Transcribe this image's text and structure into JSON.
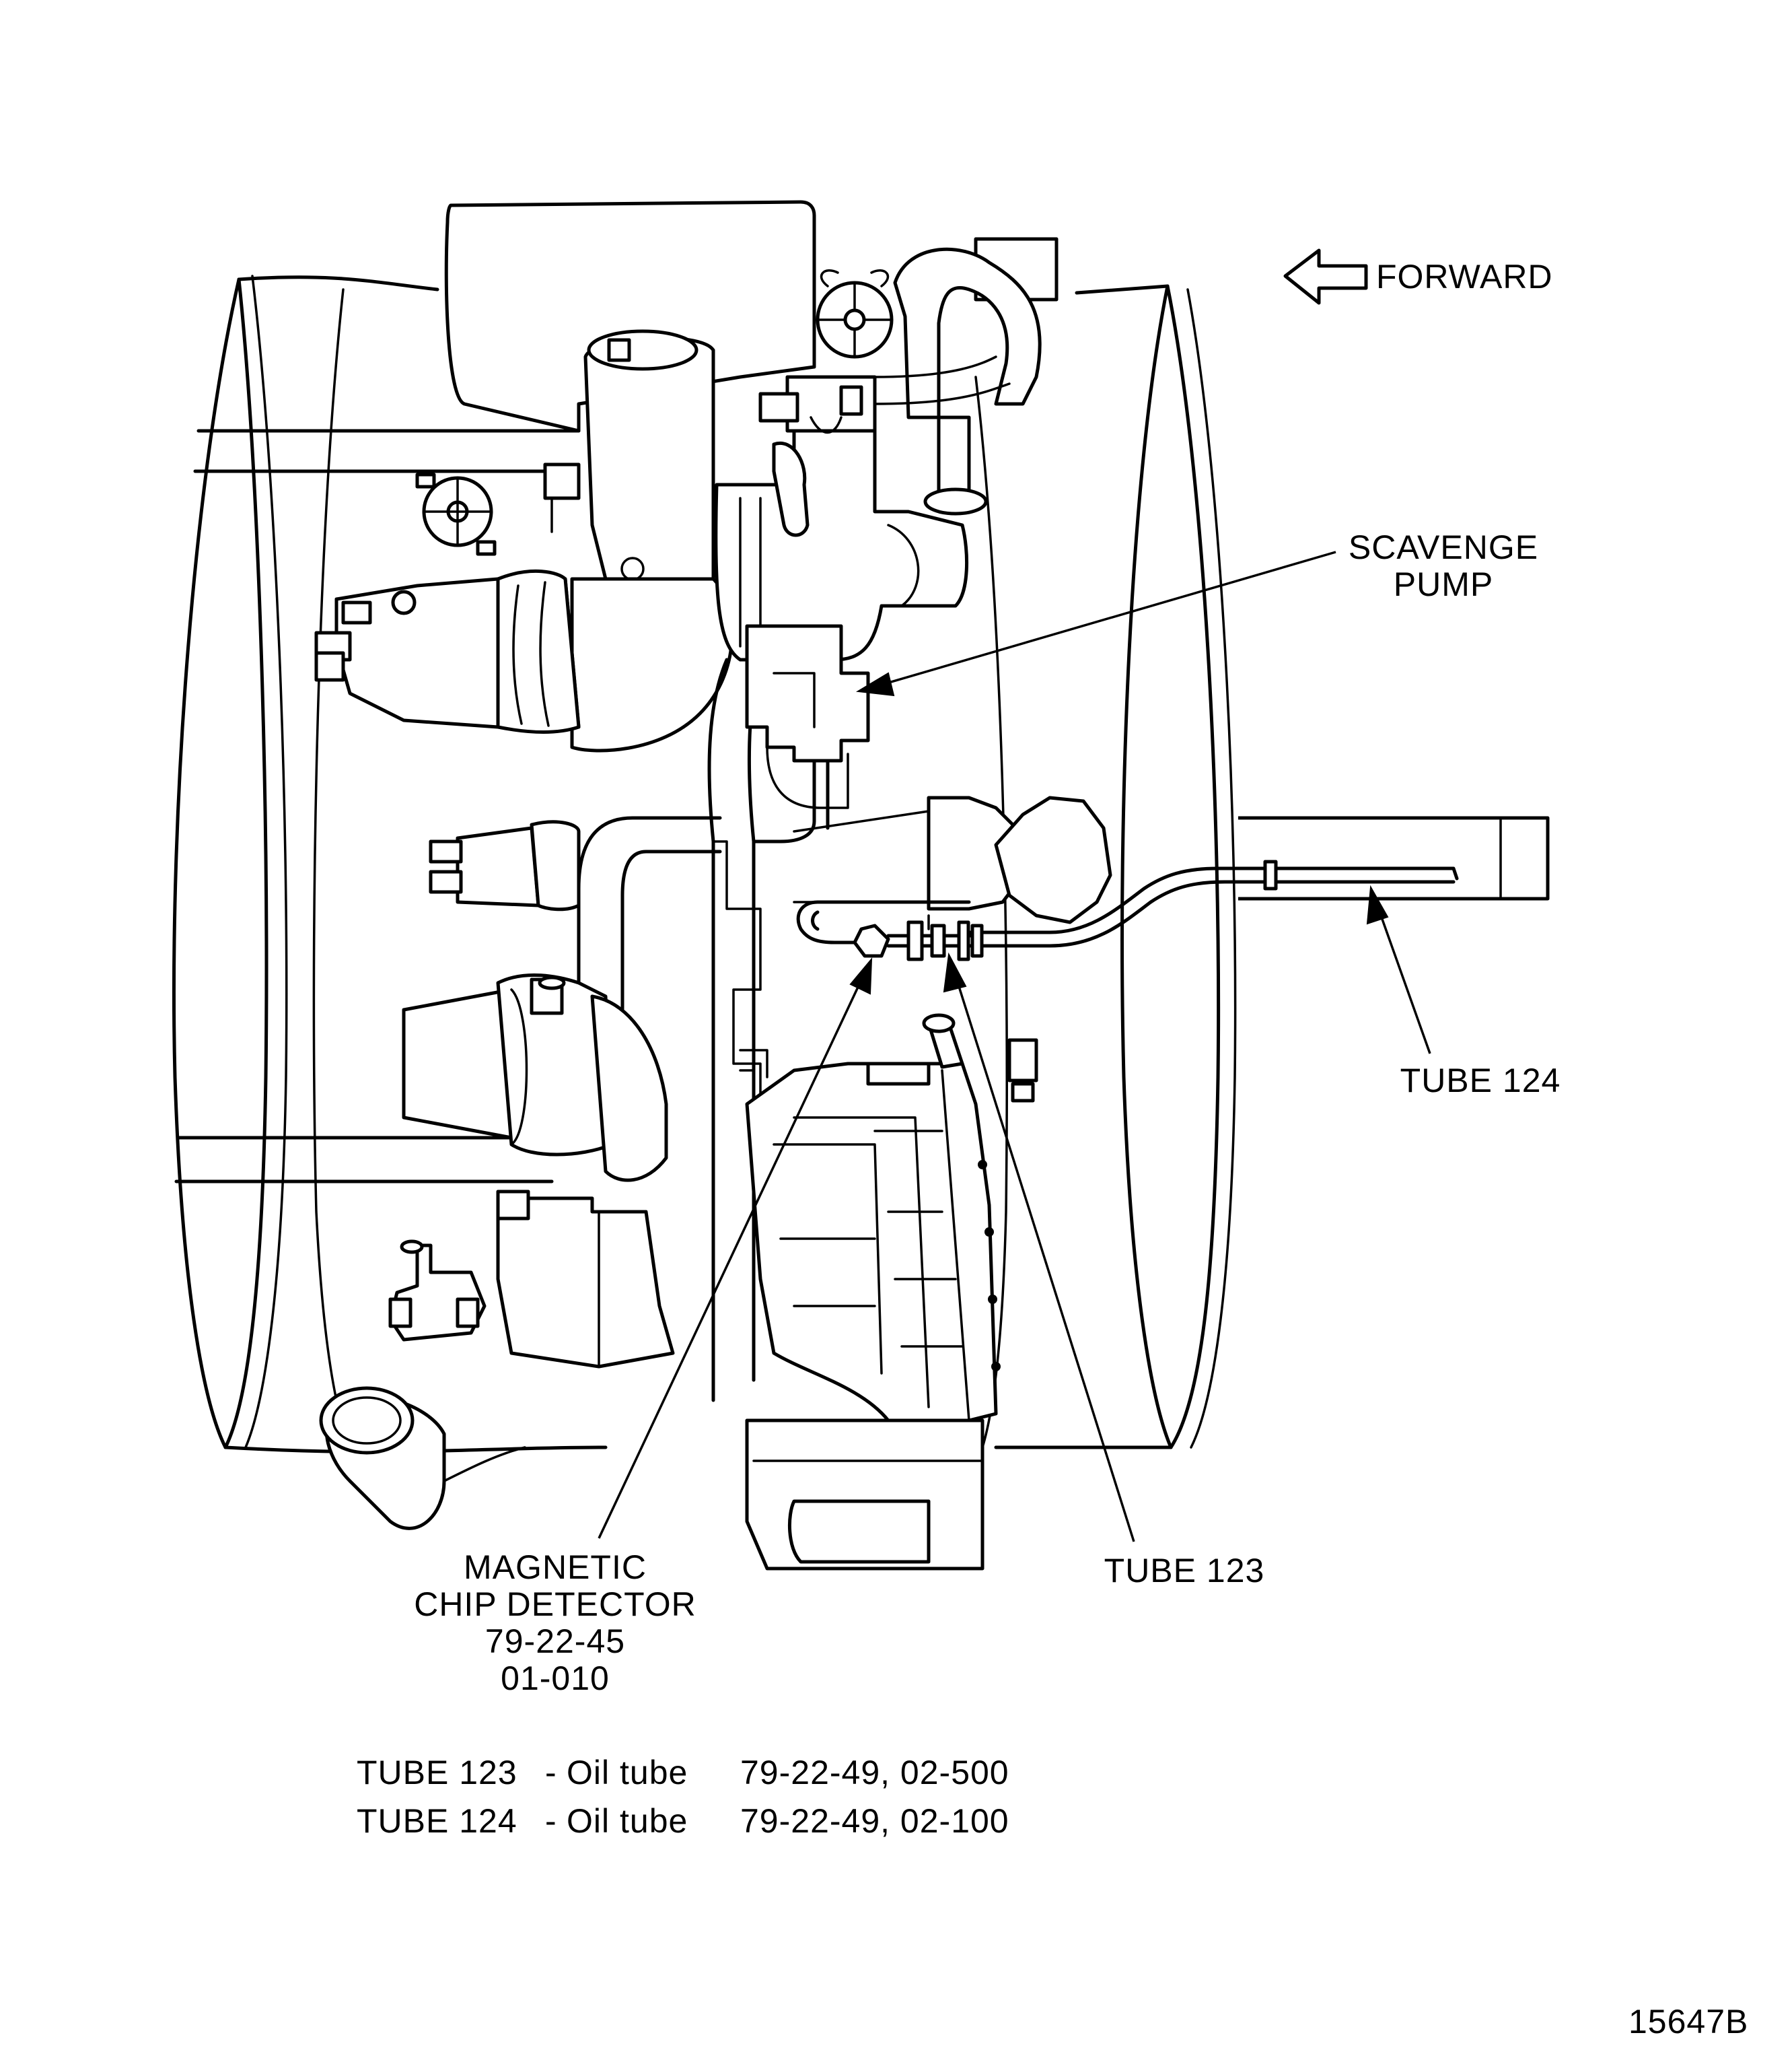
{
  "labels": {
    "forward": "FORWARD",
    "scavenge_pump_line1": "SCAVENGE",
    "scavenge_pump_line2": "PUMP",
    "tube_124": "TUBE 124",
    "tube_123": "TUBE 123",
    "chip_detector_line1": "MAGNETIC",
    "chip_detector_line2": "CHIP DETECTOR",
    "chip_detector_line3": "79-22-45",
    "chip_detector_line4": "01-010"
  },
  "parts_reference": [
    {
      "tube": "TUBE 123",
      "separator": "-",
      "description": "Oil tube",
      "reference": "79-22-49, 02-500"
    },
    {
      "tube": "TUBE 124",
      "separator": "-",
      "description": "Oil tube",
      "reference": "79-22-49, 02-100"
    }
  ],
  "figure_number": "15647B",
  "colors": {
    "ink": "#000000",
    "paper": "#ffffff"
  }
}
